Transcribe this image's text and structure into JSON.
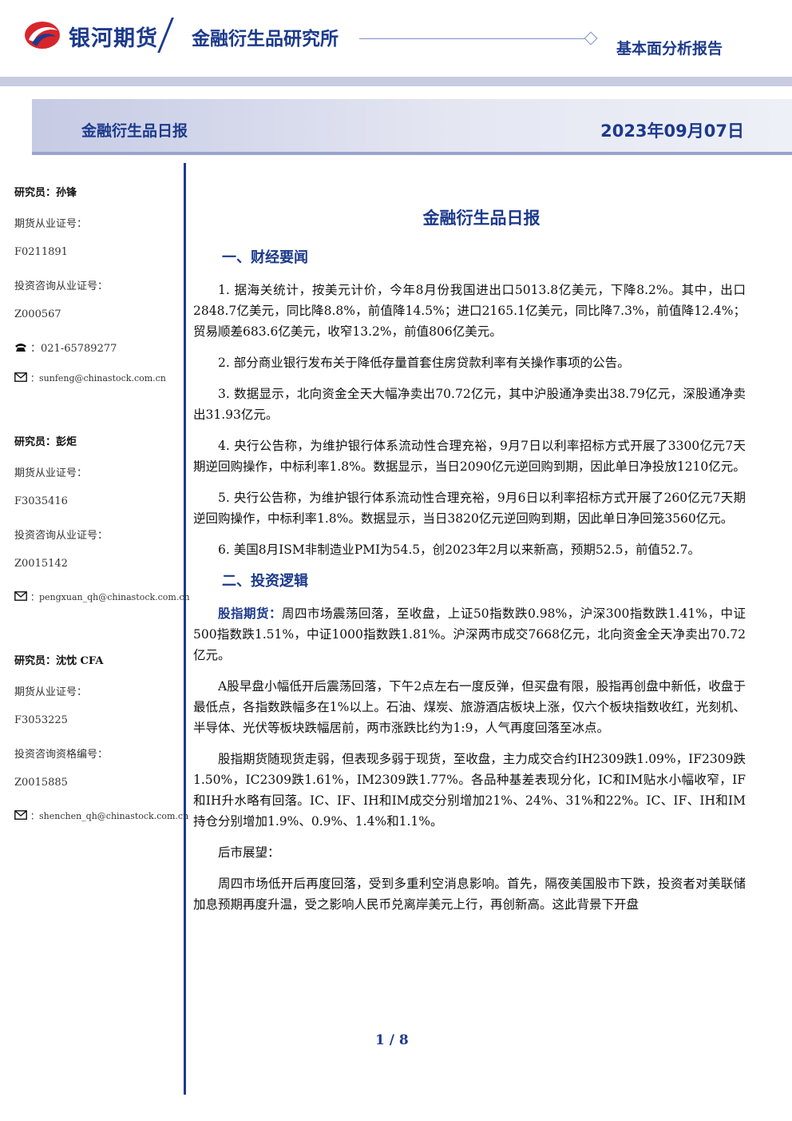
{
  "header": {
    "brand": "银河期货",
    "institute": "金融衍生品研究所",
    "report_type": "基本面分析报告"
  },
  "title_bar": {
    "left": "金融衍生品日报",
    "date": "2023年09月07日"
  },
  "sidebar": {
    "analysts": [
      {
        "name": "研究员：孙锋",
        "label1": "期货从业证号：",
        "id1": "F0211891",
        "label2": "投资咨询从业证号：",
        "id2": "Z000567",
        "phone": "021-65789277",
        "email": "sunfeng@chinastock.com.cn"
      },
      {
        "name": "研究员：彭炬",
        "label1": "期货从业证号：",
        "id1": "F3035416",
        "label2": "投资咨询从业证号：",
        "id2": "Z0015142",
        "email": "pengxuan_qh@chinastock.com.cn"
      },
      {
        "name": "研究员：沈忱 CFA",
        "label1": "期货从业证号：",
        "id1": "F3053225",
        "label2": "投资咨询资格编号：",
        "id2": "Z0015885",
        "email": "shenchen_qh@chinastock.com.cn"
      }
    ],
    "phone_prefix": "：",
    "email_prefix": "："
  },
  "main": {
    "title": "金融衍生品日报",
    "section1": "一、财经要闻",
    "news": [
      "1. 据海关统计，按美元计价，今年8月份我国进出口5013.8亿美元，下降8.2%。其中，出口2848.7亿美元，同比降8.8%，前值降14.5%；进口2165.1亿美元，同比降7.3%，前值降12.4%；贸易顺差683.6亿美元，收窄13.2%，前值806亿美元。",
      "2. 部分商业银行发布关于降低存量首套住房贷款利率有关操作事项的公告。",
      "3. 数据显示，北向资金全天大幅净卖出70.72亿元，其中沪股通净卖出38.79亿元，深股通净卖出31.93亿元。",
      "4. 央行公告称，为维护银行体系流动性合理充裕，9月7日以利率招标方式开展了3300亿元7天期逆回购操作，中标利率1.8%。数据显示，当日2090亿元逆回购到期，因此单日净投放1210亿元。",
      "5. 央行公告称，为维护银行体系流动性合理充裕，9月6日以利率招标方式开展了260亿元7天期逆回购操作，中标利率1.8%。数据显示，当日3820亿元逆回购到期，因此单日净回笼3560亿元。",
      "6. 美国8月ISM非制造业PMI为54.5，创2023年2月以来新高，预期52.5，前值52.7。"
    ],
    "section2": "二、投资逻辑",
    "logic_lead": "股指期货：",
    "logic_first": "周四市场震荡回落，至收盘，上证50指数跌0.98%，沪深300指数跌1.41%，中证500指数跌1.51%，中证1000指数跌1.81%。沪深两市成交7668亿元，北向资金全天净卖出70.72亿元。",
    "logic": [
      "A股早盘小幅低开后震荡回落，下午2点左右一度反弹，但买盘有限，股指再创盘中新低，收盘于最低点，各指数跌幅多在1%以上。石油、煤炭、旅游酒店板块上涨，仅六个板块指数收红，光刻机、半导体、光伏等板块跌幅居前，两市涨跌比约为1:9，人气再度回落至冰点。",
      "股指期货随现货走弱，但表现多弱于现货，至收盘，主力成交合约IH2309跌1.09%，IF2309跌1.50%，IC2309跌1.61%，IM2309跌1.77%。各品种基差表现分化，IC和IM贴水小幅收窄，IF和IH升水略有回落。IC、IF、IH和IM成交分别增加21%、24%、31%和22%。IC、IF、IH和IM持仓分别增加1.9%、0.9%、1.4%和1.1%。",
      "后市展望：",
      "周四市场低开后再度回落，受到多重利空消息影响。首先，隔夜美国股市下跌，投资者对美联储加息预期再度升温，受之影响人民币兑离岸美元上行，再创新高。这此背景下开盘"
    ]
  },
  "footer": {
    "page": "1 / 8"
  },
  "colors": {
    "brand_blue": "#1c3a8c",
    "logo_red": "#d7262b"
  }
}
